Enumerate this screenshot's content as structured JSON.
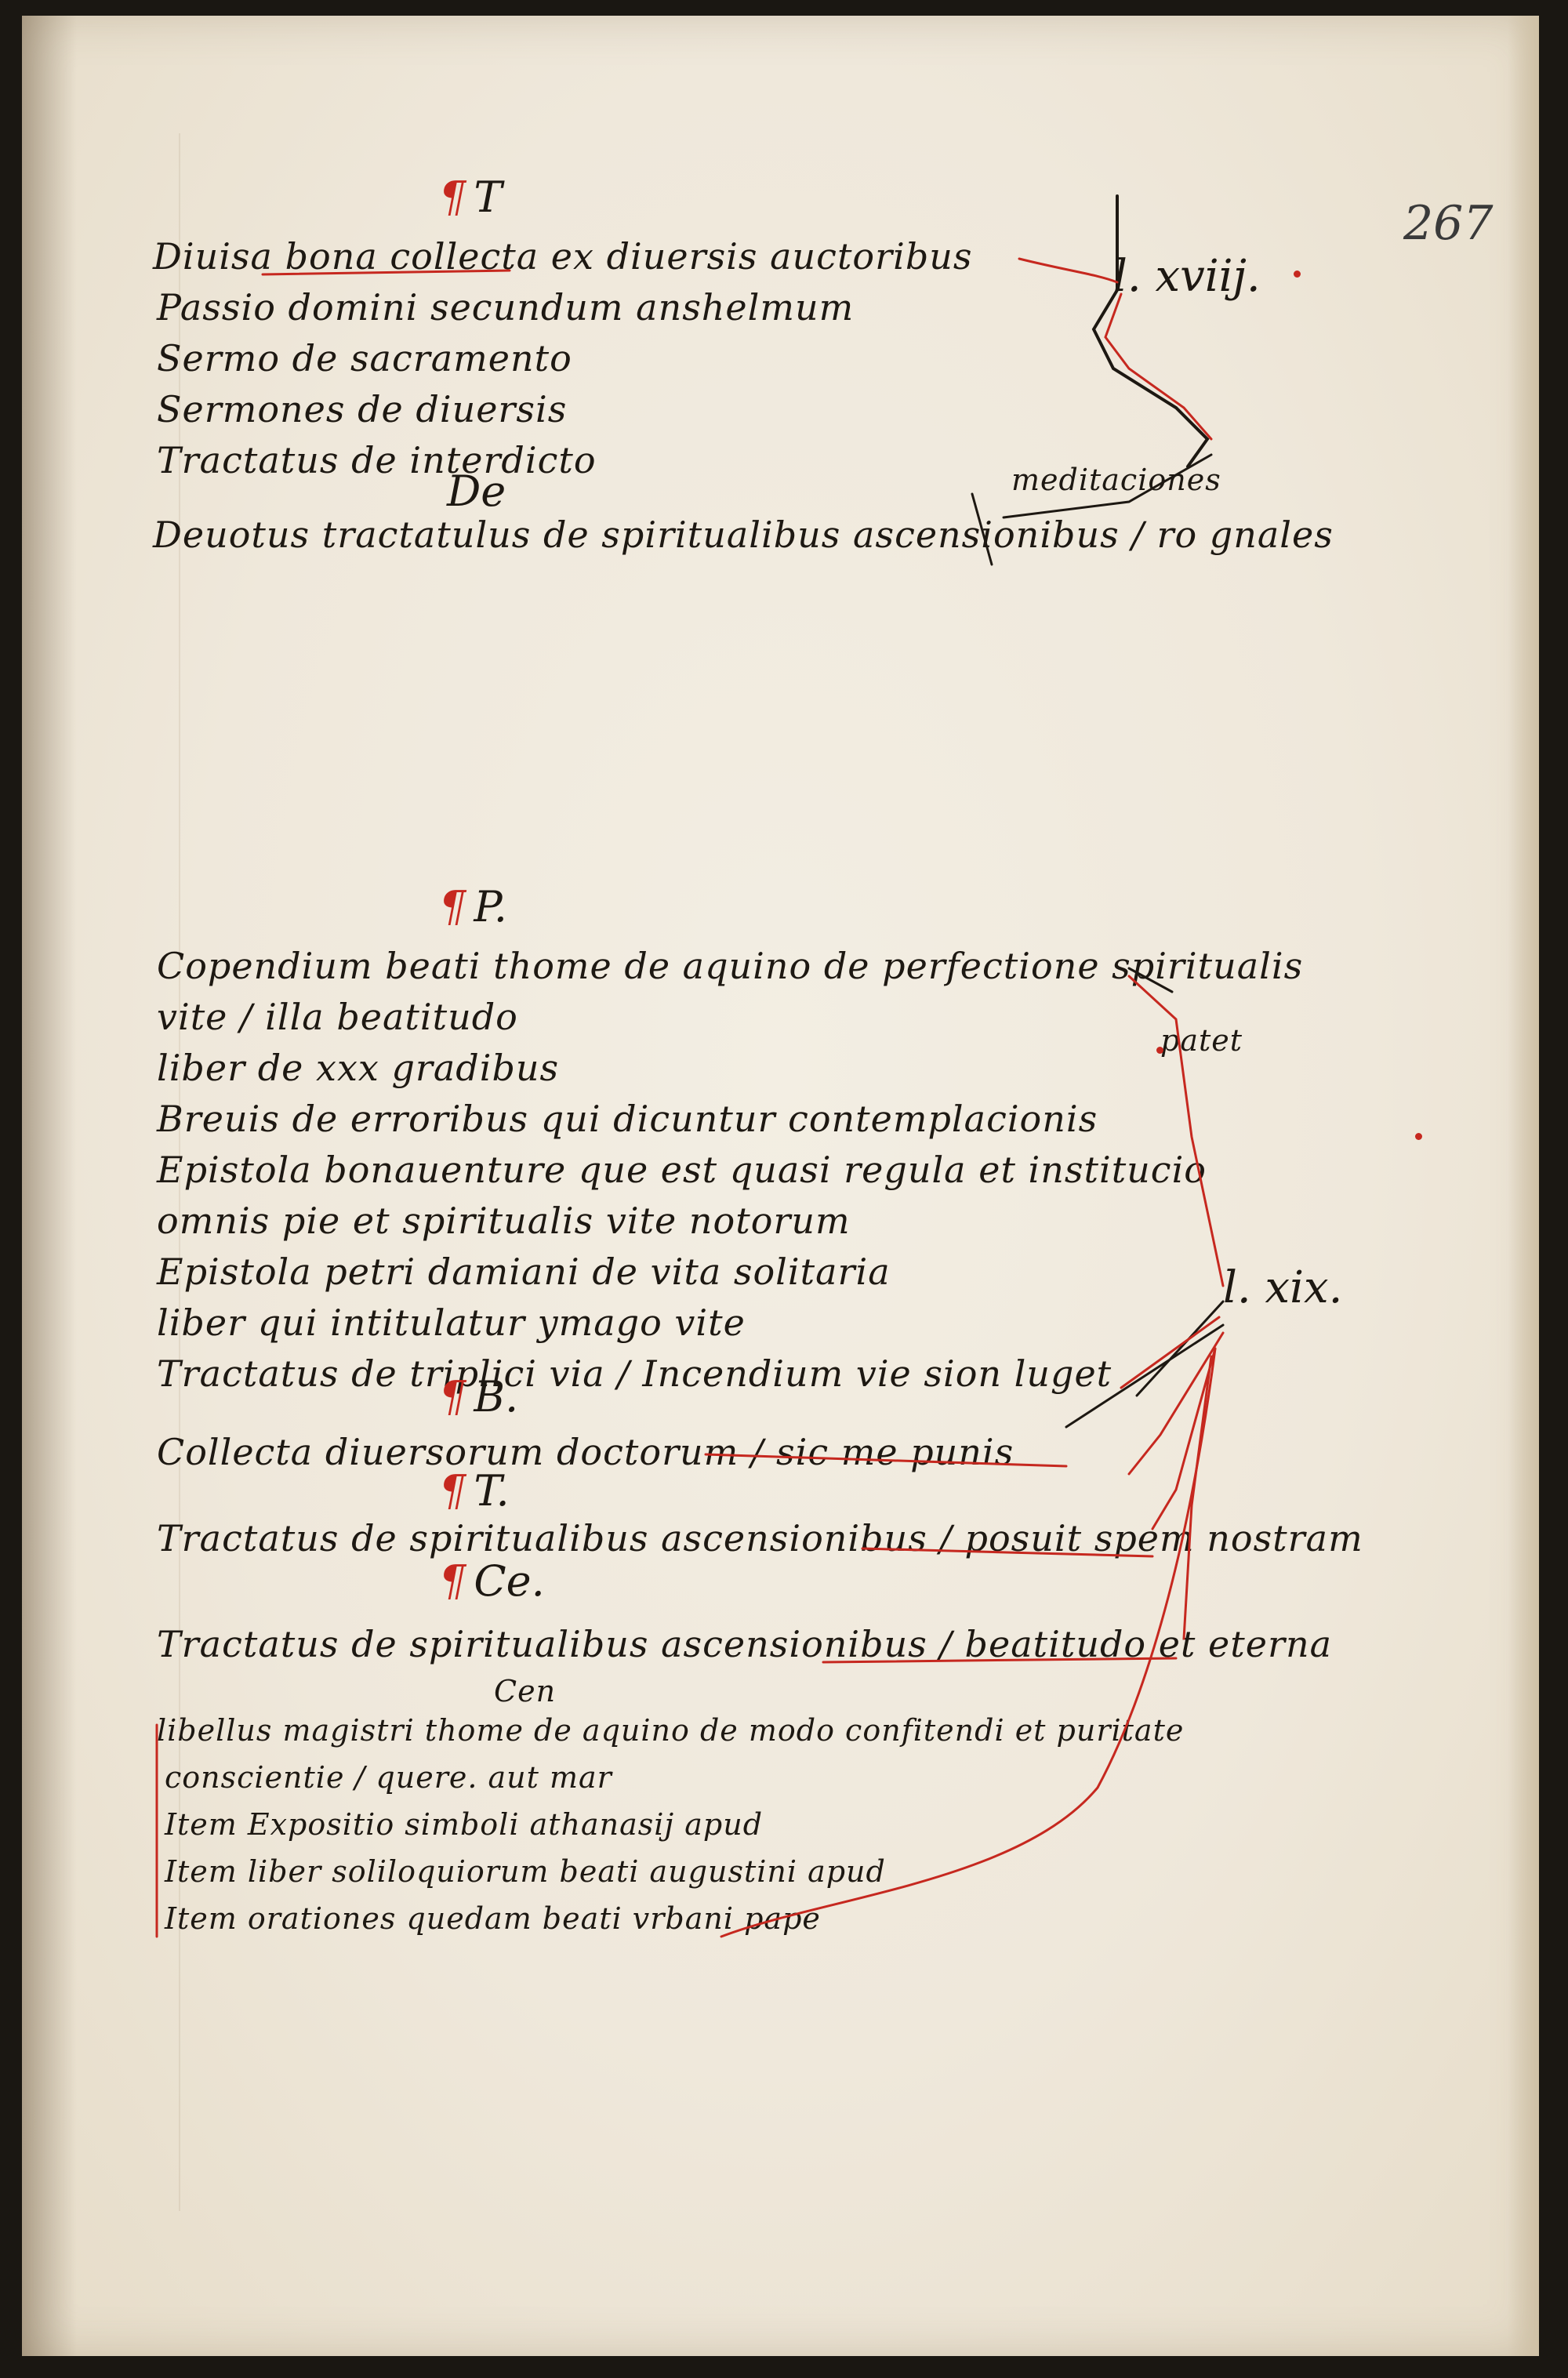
{
  "folio": "267",
  "section1": {
    "heading": "T",
    "lines": [
      "Diuisa bona collecta ex diuersis auctoribus",
      "Passio domini secundum anshelmum",
      "Sermo de sacramento",
      "Sermones de diuersis",
      "Tractatus de interdicto"
    ],
    "subheading": "De",
    "devotus": "Deuotus tractatulus de spiritualibus ascensionibus",
    "devotus_tail": "ro gnales",
    "devotus_tail_sup": "meditaciones",
    "numeral": "l. xviij."
  },
  "section2": {
    "heading": "P.",
    "lines": [
      "Copendium beati thome de aquino de perfectione spiritualis",
      "vite / illa beatitudo",
      "liber de xxx gradibus",
      "Breuis de erroribus qui dicuntur contemplacionis",
      "Epistola bonauenture que est quasi regula et institucio",
      "omnis pie et spiritualis vite notorum",
      "Epistola petri damiani de vita solitaria",
      "liber qui intitulatur ymago vite",
      "Tractatus de triplici via / Incendium vie sion luget"
    ],
    "margin_note": "patet",
    "sub_b_heading": "B.",
    "sub_b_line": "Collecta diuersorum doctorum / sic me punis",
    "sub_t_heading": "T.",
    "sub_t_line": "Tractatus de spiritualibus ascensionibus / posuit spem nostram",
    "sub_ce_heading": "Ce.",
    "sub_ce_line": "Tractatus de spiritualibus ascensionibus / beatitudo et eterna",
    "sub_ce_sup": "Cen",
    "small_lines": [
      "libellus magistri thome de aquino de modo confitendi et puritate",
      "conscientie / quere. aut mar",
      "Item Expositio simboli athanasij apud",
      "Item liber soliloquiorum beati augustini apud",
      "Item orationes quedam beati vrbani pape"
    ],
    "numeral": "l. xix."
  },
  "colors": {
    "ink": "#1d1812",
    "rubric": "#c6281f",
    "parchment": "#efe8db"
  }
}
